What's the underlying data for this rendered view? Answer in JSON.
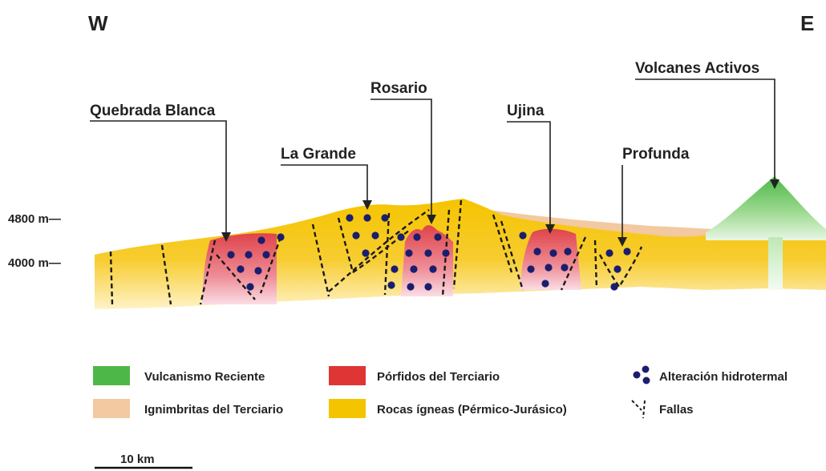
{
  "directions": {
    "west": "W",
    "east": "E"
  },
  "sites": {
    "quebrada_blanca": "Quebrada Blanca",
    "la_grande": "La Grande",
    "rosario": "Rosario",
    "ujina": "Ujina",
    "profunda": "Profunda",
    "volcanes_activos": "Volcanes Activos"
  },
  "elevations": {
    "upper": "4800 m—",
    "lower": "4000 m—"
  },
  "legend": {
    "vulcanismo": "Vulcanismo Reciente",
    "ignimbritas": "Ignimbritas del Terciario",
    "porfidos": "Pórfidos del Terciario",
    "rocas": "Rocas ígneas (Pérmico-Jurásico)",
    "alteracion": "Alteración hidrotermal",
    "fallas": "Fallas"
  },
  "scale_bar": {
    "label": "10 km"
  },
  "colors": {
    "vulcanismo": "#4db848",
    "ignimbritas": "#f2c9a0",
    "porfidos": "#e03535",
    "rocas": "#f5c400",
    "alteracion": "#1a1e6e"
  }
}
